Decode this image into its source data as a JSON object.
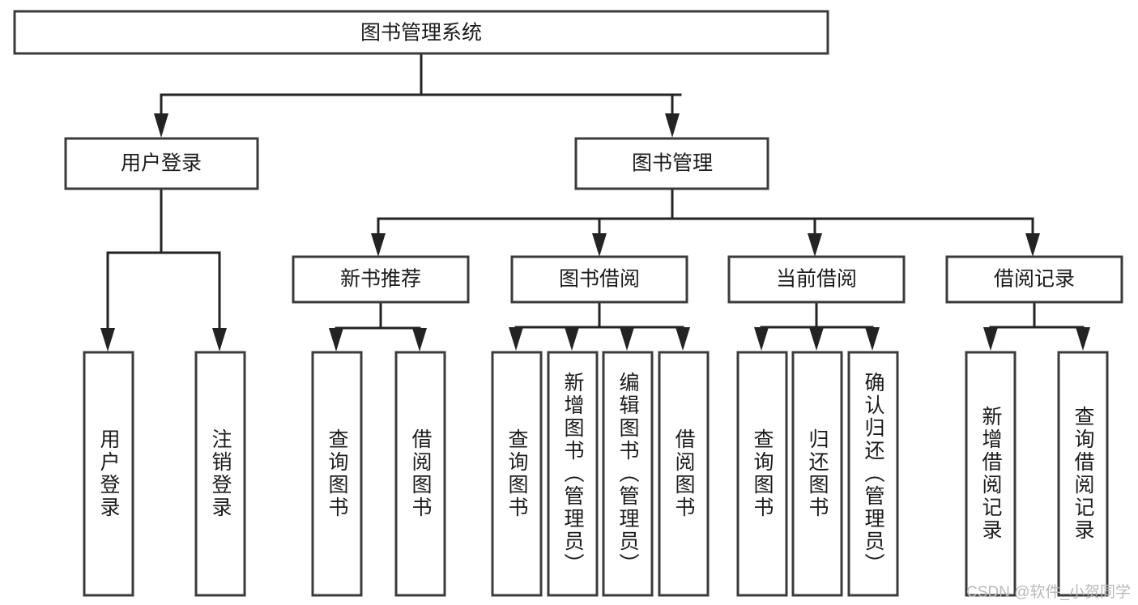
{
  "diagram": {
    "type": "tree-hierarchy",
    "title": "图书管理系统",
    "orientation": "top-down",
    "colors": {
      "background": "#ffffff",
      "box_fill": "#ffffff",
      "box_stroke": "#3b3b3b",
      "connector": "#232323",
      "text": "#1b1b1b",
      "watermark": "#b9b9b9"
    },
    "root": {
      "label": "图书管理系统"
    },
    "level1": [
      {
        "label": "用户登录"
      },
      {
        "label": "图书管理"
      }
    ],
    "user_login_children": [
      {
        "label": "用户登录"
      },
      {
        "label": "注销登录"
      }
    ],
    "book_manage_children": [
      {
        "label": "新书推荐"
      },
      {
        "label": "图书借阅"
      },
      {
        "label": "当前借阅"
      },
      {
        "label": "借阅记录"
      }
    ],
    "new_book_children": [
      {
        "label": "查询图书"
      },
      {
        "label": "借阅图书"
      }
    ],
    "book_borrow_children": [
      {
        "label": "查询图书"
      },
      {
        "label": "新增图书（管理员）"
      },
      {
        "label": "编辑图书（管理员）"
      },
      {
        "label": "借阅图书"
      }
    ],
    "current_borrow_children": [
      {
        "label": "查询图书"
      },
      {
        "label": "归还图书"
      },
      {
        "label": "确认归还（管理员）"
      }
    ],
    "borrow_record_children": [
      {
        "label": "新增借阅记录"
      },
      {
        "label": "查询借阅记录"
      }
    ],
    "watermark": "CSDN @软件_小贺同学"
  }
}
